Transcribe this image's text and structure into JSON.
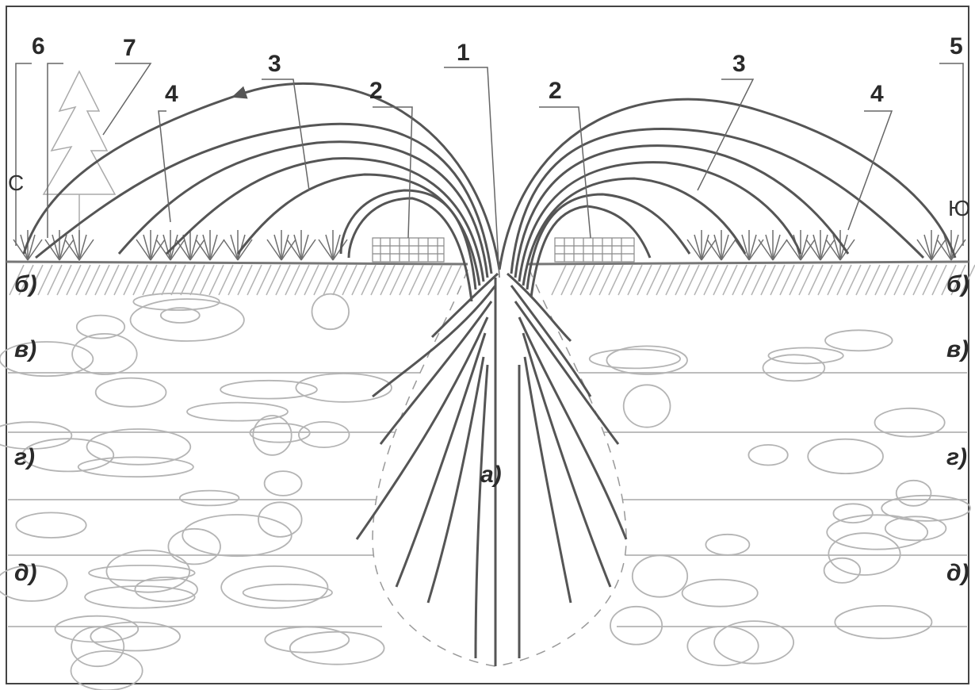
{
  "callouts": [
    "1",
    "2",
    "2",
    "3",
    "3",
    "4",
    "4",
    "5",
    "6",
    "7"
  ],
  "directions": {
    "north": "С",
    "south": "Ю"
  },
  "layers_left": [
    "б)",
    "в)",
    "г)",
    "д)"
  ],
  "layers_right": [
    "б)",
    "в)",
    "г)",
    "д)"
  ],
  "center_label": "а)",
  "colors": {
    "stroke": "#5a5a5a",
    "light": "#b4b4b4",
    "text": "#2a2a2a"
  }
}
